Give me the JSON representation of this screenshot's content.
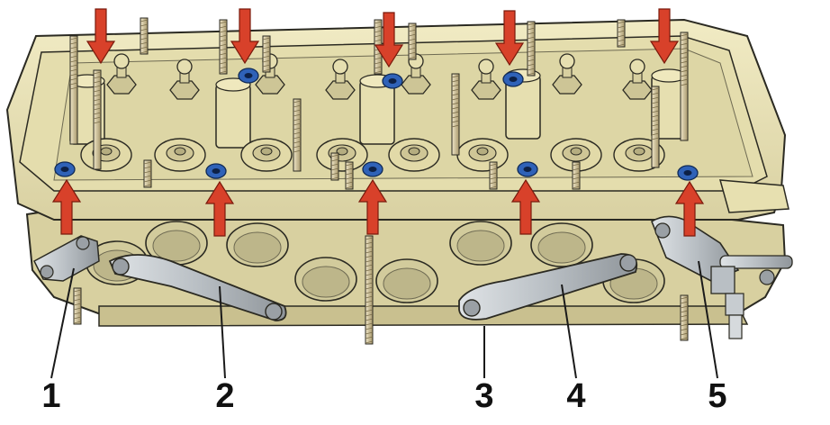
{
  "callouts": [
    {
      "label": "1"
    },
    {
      "label": "2"
    },
    {
      "label": "3"
    },
    {
      "label": "4"
    },
    {
      "label": "5"
    }
  ],
  "colors": {
    "head_body": "#e9e2b2",
    "head_shadow": "#cdc596",
    "outline": "#2b2a22",
    "port": "#d2cb9c",
    "port_inner": "#bdb68a",
    "metal": "#c7ccd0",
    "metal_dark": "#8f959a",
    "bolt": "#a9aeb3",
    "arrow_red": "#d8412a",
    "nut_blue": "#2f62b8",
    "spring": "#b8a27a"
  },
  "icons": {
    "arrow_down": "red-arrow-down-icon",
    "arrow_up": "red-arrow-up-icon",
    "nut": "blue-nut-icon"
  }
}
